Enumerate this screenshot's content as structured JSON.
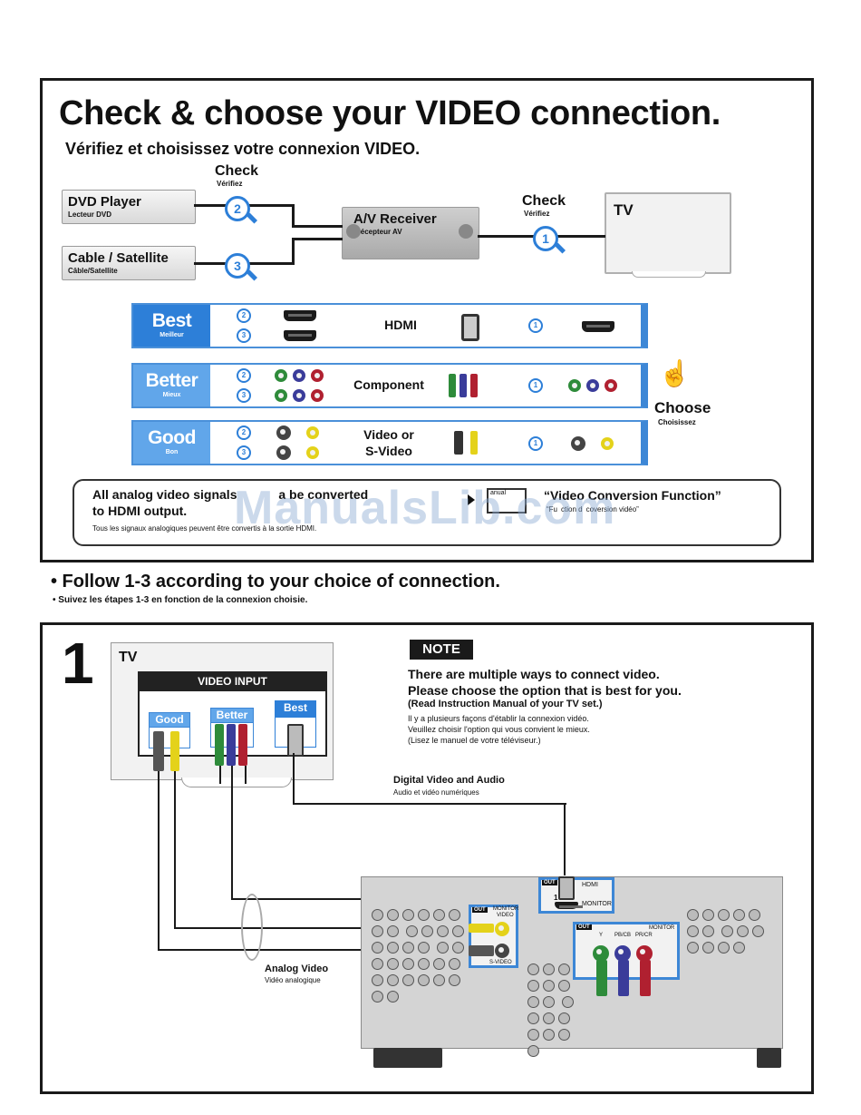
{
  "top": {
    "title": "Check & choose your VIDEO connection.",
    "subtitle": "Vérifiez et choisissez votre connexion VIDEO.",
    "check_label": "Check",
    "check_sub": "Vérifiez",
    "devices": {
      "dvd": {
        "title": "DVD Player",
        "sub": "Lecteur DVD"
      },
      "cable": {
        "title": "Cable / Satellite",
        "sub": "Câble/Satellite"
      },
      "receiver": {
        "title": "A/V Receiver",
        "sub": "Récepteur AV"
      },
      "tv": {
        "title": "TV"
      }
    },
    "marker_numbers": [
      "1",
      "2",
      "3"
    ]
  },
  "rows": [
    {
      "grade": "Best",
      "grade_sub": "Meilleur",
      "label": "HDMI",
      "label2": ""
    },
    {
      "grade": "Better",
      "grade_sub": "Mieux",
      "label": "Component",
      "label2": ""
    },
    {
      "grade": "Good",
      "grade_sub": "Bon",
      "label": "Video or",
      "label2": "S-Video"
    }
  ],
  "choose": {
    "label": "Choose",
    "sub": "Choisissez"
  },
  "note_box": {
    "line1": "All analog video signals",
    "line1b": "a be converted",
    "line2": "to HDMI output.",
    "fr": "Tous les signaux analogiques peuvent être convertis à la sortie HDMI.",
    "manual_tag": "anual",
    "function_title": "“Video Conversion Function”",
    "function_fr_a": "“Fu",
    "function_fr_b": "ction d",
    "function_fr_c": "co",
    "function_fr_d": "version vidéo”"
  },
  "watermark": "ManualsLib.com",
  "follow": {
    "title": "• Follow 1-3 according to your choice of connection.",
    "fr": "• Suivez les étapes 1-3 en fonction de la connexion choisie."
  },
  "step1": {
    "number": "1",
    "tv_label": "TV",
    "video_input": "VIDEO INPUT",
    "good": "Good",
    "better": "Better",
    "best": "Best",
    "note_label": "NOTE",
    "note_en1": "There are multiple ways to connect video.",
    "note_en2": "Please choose the option that is best for you.",
    "note_en3": "(Read Instruction Manual of your TV set.)",
    "note_fr1": "Il y a plusieurs façons d'établir la connexion vidéo.",
    "note_fr2": "Veuillez choisir l'option qui vous convient le mieux.",
    "note_fr3": "(Lisez le manuel de votre téléviseur.)",
    "digital_label": "Digital Video and Audio",
    "digital_fr": "Audio et vidéo numériques",
    "analog_label": "Analog Video",
    "analog_fr": "Vidéo analogique",
    "hdmi_out": "OUT",
    "hdmi_label": "HDMI",
    "hdmi_num": "1",
    "hdmi_monitor": "MONITOR",
    "mv_out": "OUT",
    "mv_label1": "MONITOR",
    "mv_label2": "VIDEO",
    "svideo_label": "S-VIDEO",
    "comp_out": "OUT",
    "comp_monitor": "MONITOR",
    "comp_y": "Y",
    "comp_pb": "PB/CB",
    "comp_pr": "PR/CR"
  },
  "colors": {
    "accent": "#2d7fd8",
    "accent_light": "#61a6ea",
    "frame": "#1a1a1a"
  }
}
